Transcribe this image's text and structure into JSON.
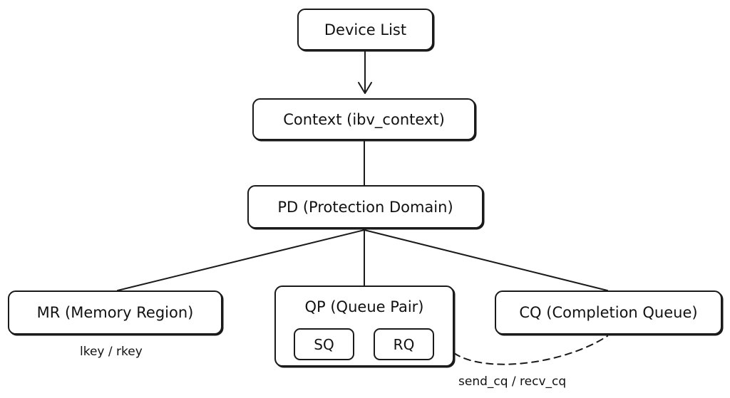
{
  "nodes": {
    "device_list": "Device List",
    "context": "Context (ibv_context)",
    "pd": "PD (Protection Domain)",
    "mr": "MR (Memory Region)",
    "qp": "QP (Queue Pair)",
    "sq": "SQ",
    "rq": "RQ",
    "cq": "CQ (Completion Queue)"
  },
  "edge_labels": {
    "mr_keys": "lkey / rkey",
    "qp_cq": "send_cq / recv_cq"
  },
  "edges": [
    {
      "from": "device_list",
      "to": "context",
      "style": "arrow"
    },
    {
      "from": "context",
      "to": "pd",
      "style": "line"
    },
    {
      "from": "pd",
      "to": "mr",
      "style": "line"
    },
    {
      "from": "pd",
      "to": "qp",
      "style": "line"
    },
    {
      "from": "pd",
      "to": "cq",
      "style": "line"
    },
    {
      "from": "qp",
      "to": "cq",
      "style": "dashed",
      "label": "send_cq / recv_cq"
    }
  ],
  "colors": {
    "stroke": "#1a1a1a",
    "background": "#ffffff"
  }
}
